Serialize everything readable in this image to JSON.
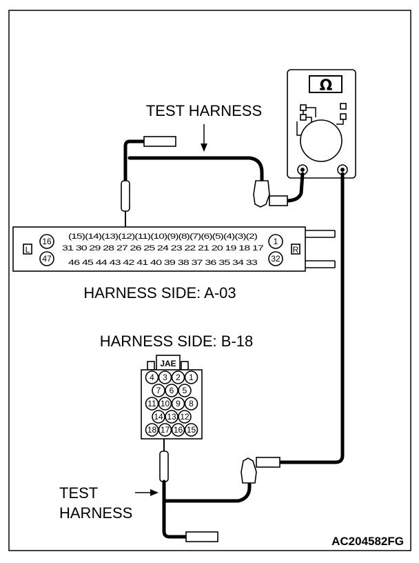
{
  "labels": {
    "test_harness_top": "TEST HARNESS",
    "harness_side_a": "HARNESS SIDE: A-03",
    "harness_side_b": "HARNESS SIDE: B-18",
    "test_harness_bottom_line1": "TEST",
    "test_harness_bottom_line2": "HARNESS",
    "figure_code": "AC204582FG"
  },
  "meter": {
    "symbol": "Ω"
  },
  "connector_a": {
    "left_marker": "L",
    "right_marker": "R",
    "left_pins": [
      "16",
      "47"
    ],
    "right_pins": [
      "1",
      "32"
    ],
    "row1": "(15)(14)(13)(12)(11)(10)(9)(8)(7)(6)(5)(4)(3)(2)",
    "row2": "31 30 29 28 27 26 25 24 23 22 21 20 19 18 17",
    "row3": "46 45 44 43 42 41 40 39 38 37 36 35 34 33"
  },
  "connector_b": {
    "label": "JAE",
    "rows": [
      [
        "4",
        "3",
        "2",
        "1"
      ],
      [
        "7",
        "6",
        "5"
      ],
      [
        "11",
        "10",
        "9",
        "8"
      ],
      [
        "14",
        "13",
        "12"
      ],
      [
        "18",
        "17",
        "16",
        "15"
      ]
    ]
  }
}
